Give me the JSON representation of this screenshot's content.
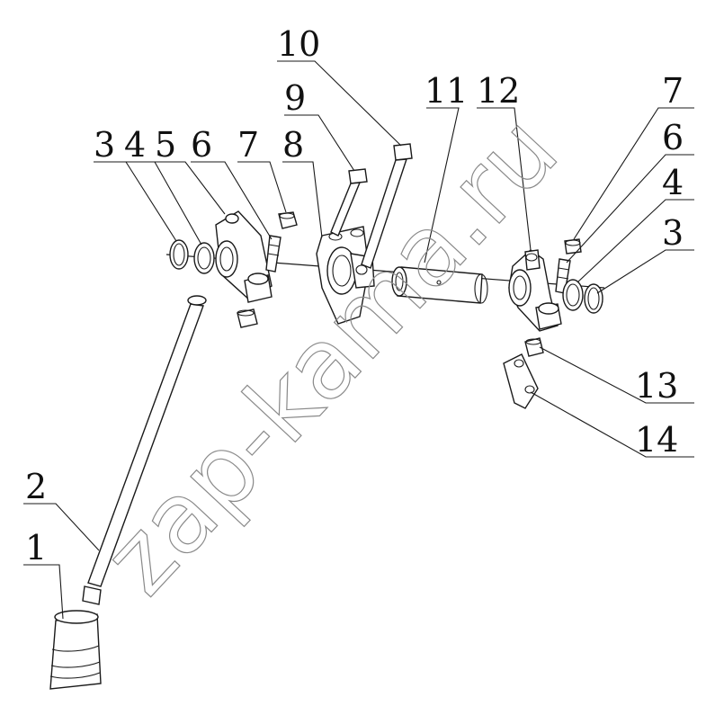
{
  "callouts": {
    "c1": "1",
    "c2": "2",
    "c3l": "3",
    "c4l": "4",
    "c5": "5",
    "c6l": "6",
    "c7l": "7",
    "c8": "8",
    "c9": "9",
    "c10": "10",
    "c11": "11",
    "c12": "12",
    "c7r": "7",
    "c6r": "6",
    "c4r": "4",
    "c3r": "3",
    "c13": "13",
    "c14": "14"
  },
  "watermark": {
    "text": "zap-kama.ru"
  },
  "colors": {
    "line": "#1a1a1a",
    "watermark": "#8a8a8a",
    "background": "#ffffff"
  }
}
